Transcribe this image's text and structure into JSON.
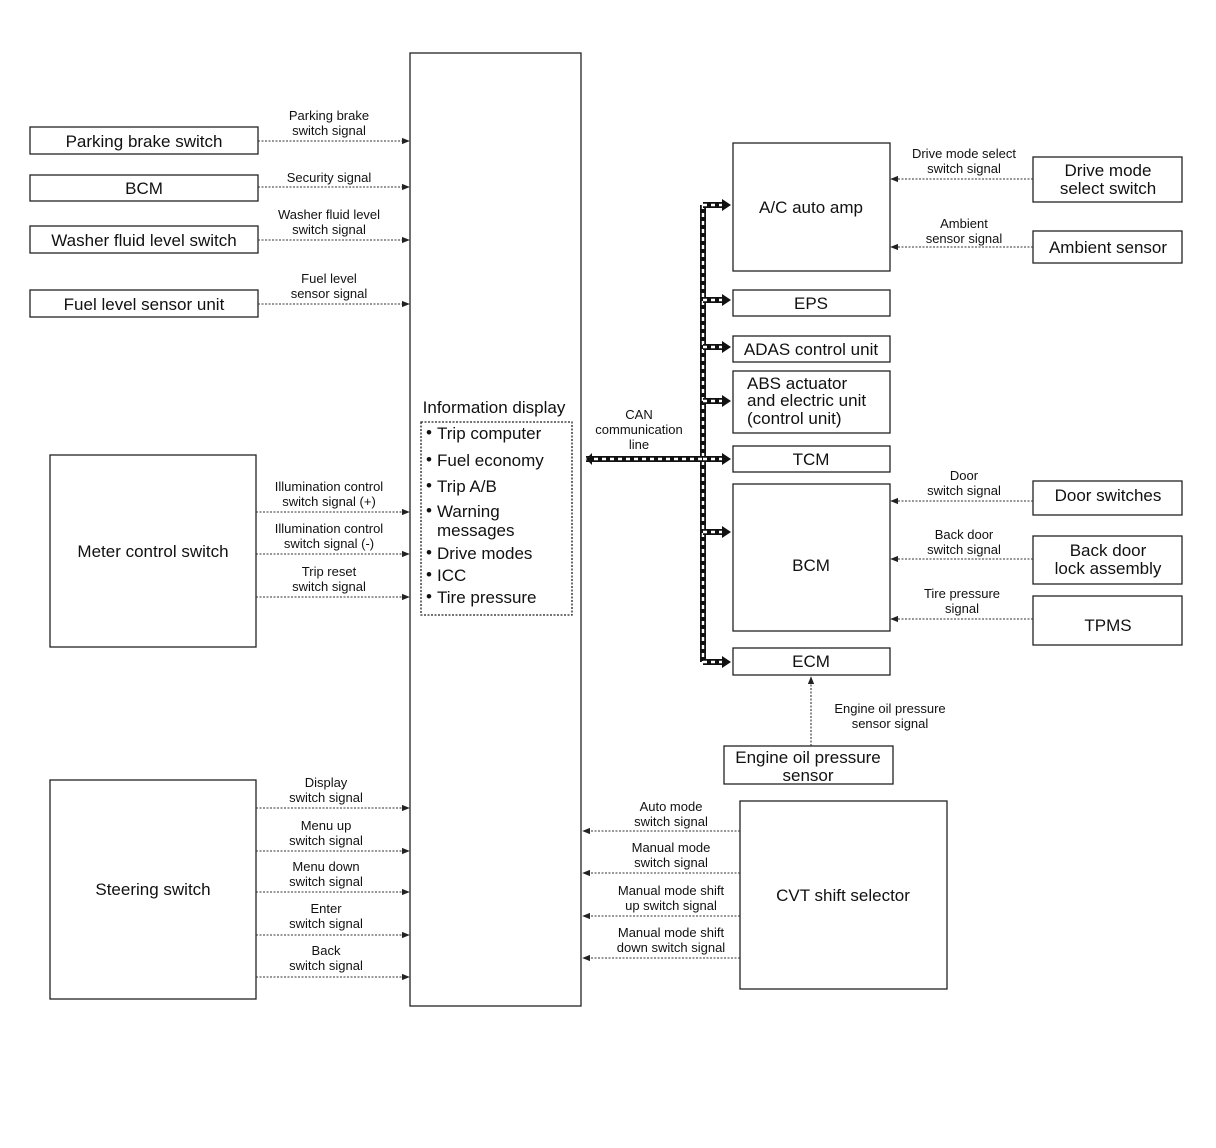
{
  "info_display": {
    "title": "Information display",
    "items": [
      "Trip computer",
      "Fuel economy",
      "Trip A/B",
      "Warning",
      "messages",
      "Drive modes",
      "ICC",
      "Tire pressure"
    ],
    "bullet": "•"
  },
  "left_inputs": {
    "parking_brake": {
      "label": "Parking brake switch",
      "signal": [
        "Parking brake",
        "switch signal"
      ]
    },
    "bcm": {
      "label": "BCM",
      "signal": [
        "Security signal"
      ]
    },
    "washer": {
      "label": "Washer fluid level switch",
      "signal": [
        "Washer fluid level",
        "switch signal"
      ]
    },
    "fuel": {
      "label": "Fuel level sensor unit",
      "signal": [
        "Fuel level",
        "sensor signal"
      ]
    }
  },
  "meter_control": {
    "label": "Meter control switch",
    "signals": [
      [
        "Illumination control",
        "switch signal (+)"
      ],
      [
        "Illumination control",
        "switch signal (-)"
      ],
      [
        "Trip reset",
        "switch signal"
      ]
    ]
  },
  "steering": {
    "label": "Steering switch",
    "signals": [
      [
        "Display",
        "switch signal"
      ],
      [
        "Menu up",
        "switch signal"
      ],
      [
        "Menu down",
        "switch signal"
      ],
      [
        "Enter",
        "switch signal"
      ],
      [
        "Back",
        "switch signal"
      ]
    ]
  },
  "can": {
    "label": [
      "CAN",
      "communication",
      "line"
    ]
  },
  "units": {
    "ac_amp": "A/C auto amp",
    "eps": "EPS",
    "adas": "ADAS control unit",
    "abs": [
      "ABS actuator",
      "and electric unit",
      "(control unit)"
    ],
    "tcm": "TCM",
    "bcm": "BCM",
    "ecm": "ECM"
  },
  "right_inputs": {
    "drive_mode": {
      "label": [
        "Drive mode",
        "select switch"
      ],
      "signal": [
        "Drive mode select",
        "switch signal"
      ]
    },
    "ambient": {
      "label": "Ambient sensor",
      "signal": [
        "Ambient",
        "sensor signal"
      ]
    },
    "door": {
      "label": "Door switches",
      "signal": [
        "Door",
        "switch signal"
      ]
    },
    "back_door": {
      "label": [
        "Back door",
        "lock assembly"
      ],
      "signal": [
        "Back door",
        "switch signal"
      ]
    },
    "tpms": {
      "label": "TPMS",
      "signal": [
        "Tire pressure",
        "signal"
      ]
    }
  },
  "oil_pressure": {
    "label": [
      "Engine oil pressure",
      "sensor"
    ],
    "signal": [
      "Engine oil pressure",
      "sensor signal"
    ]
  },
  "cvt": {
    "label": "CVT shift selector",
    "signals": [
      [
        "Auto mode",
        "switch signal"
      ],
      [
        "Manual mode",
        "switch signal"
      ],
      [
        "Manual mode shift",
        "up switch signal"
      ],
      [
        "Manual mode shift",
        "down switch signal"
      ]
    ]
  }
}
